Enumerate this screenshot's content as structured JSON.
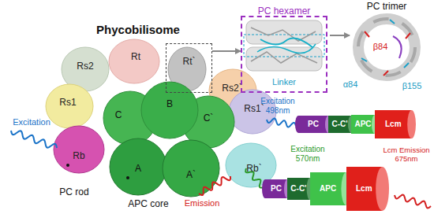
{
  "diagram": {
    "title": "Phycobilisome",
    "nodes": [
      {
        "text": [
          "Rt`"
        ]
      },
      {
        "text": [
          "PC hexamer",
          "Linker"
        ]
      },
      {
        "text": [
          "PC"
        ]
      },
      {
        "text": [
          "C-C'"
        ]
      },
      {
        "text": [
          "APC"
        ]
      },
      {
        "text": [
          "Lcm"
        ]
      },
      {
        "text": [
          "PC"
        ]
      },
      {
        "text": [
          "C-C'"
        ]
      },
      {
        "text": [
          "APC"
        ]
      },
      {
        "text": [
          "Lcm"
        ]
      }
    ],
    "edges": [
      {
        "from": 0,
        "to": 1,
        "arrow": "to"
      }
    ],
    "labels": [
      "Rt",
      "Rs2",
      "Rs2`",
      "Rs1",
      "Rs1`",
      "Rb",
      "Rb`",
      "C",
      "B",
      "C`",
      "A",
      "A`",
      "Excitation",
      "PC rod",
      "APC core",
      "Emission",
      "PC trimer",
      "β84",
      "α84",
      "β155",
      "Excitation 498nm",
      "Excitation 570nm",
      "Lcm Emission 675nm"
    ]
  }
}
